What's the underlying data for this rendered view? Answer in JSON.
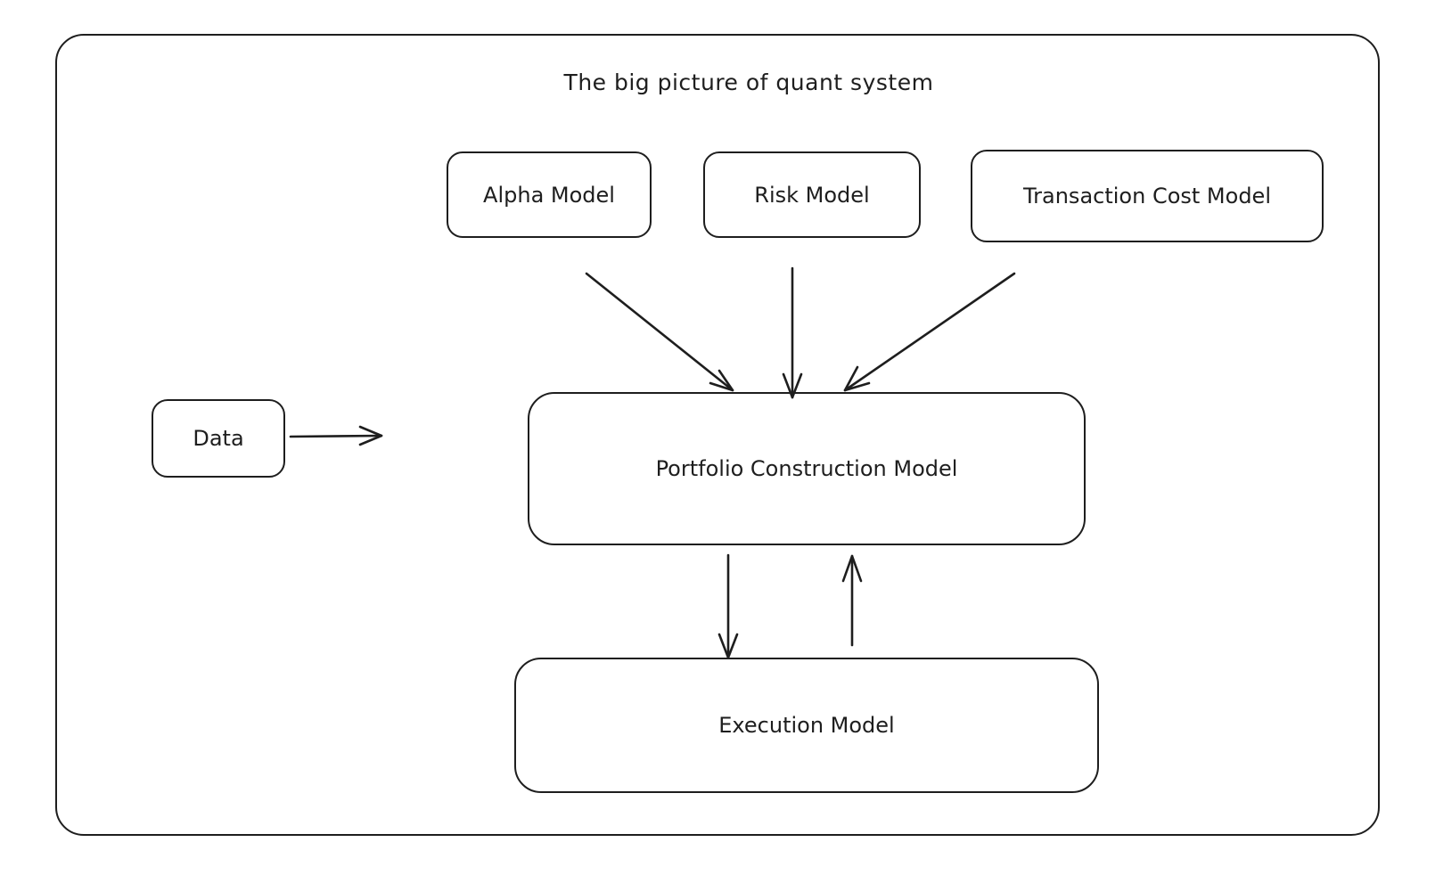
{
  "diagram": {
    "title": "The big picture of quant system",
    "nodes": {
      "alpha": "Alpha Model",
      "risk": "Risk Model",
      "tcm": "Transaction Cost Model",
      "data": "Data",
      "pcm": "Portfolio Construction Model",
      "exec": "Execution Model"
    },
    "edges": [
      {
        "from": "alpha",
        "to": "pcm"
      },
      {
        "from": "risk",
        "to": "pcm"
      },
      {
        "from": "tcm",
        "to": "pcm"
      },
      {
        "from": "data",
        "to": null
      },
      {
        "from": "pcm",
        "to": "exec"
      },
      {
        "from": "exec",
        "to": "pcm"
      }
    ]
  }
}
